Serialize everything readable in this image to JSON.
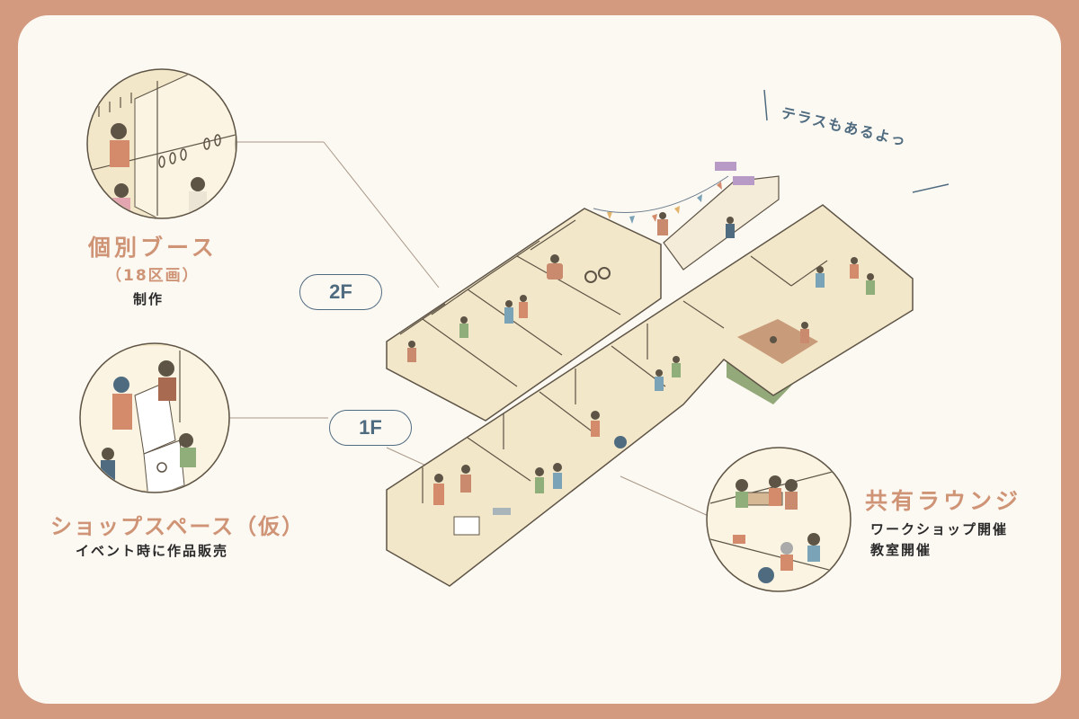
{
  "booth": {
    "title": "個別ブース",
    "count": "（18区画）",
    "desc": "制作"
  },
  "shop": {
    "title": "ショップスペース（仮）",
    "desc": "イベント時に作品販売"
  },
  "lounge": {
    "title": "共有ラウンジ",
    "desc_1": "ワークショップ開催",
    "desc_2": "教室開催"
  },
  "floors": {
    "upper": "2F",
    "lower": "1F"
  },
  "terrace_note": "テラスもあるよっ",
  "colors": {
    "frame": "#d39a80",
    "card": "#fcf8f2",
    "accent_text": "#cf9476",
    "pill_text": "#4f6b80",
    "building": "#f3e7c9",
    "wall_line": "#5e5446"
  }
}
